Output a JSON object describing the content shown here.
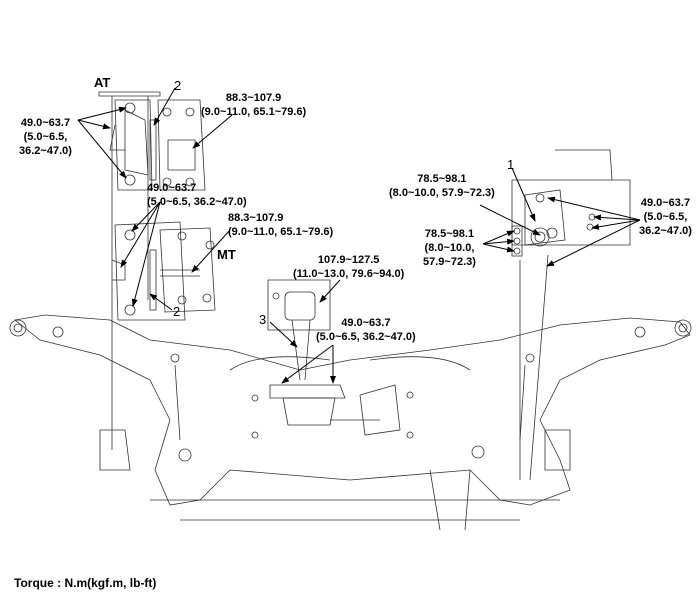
{
  "diagram": {
    "variant_labels": {
      "at": "AT",
      "mt": "MT"
    },
    "callouts": {
      "part1": "1",
      "part2_top": "2",
      "part2_bottom": "2",
      "part3": "3"
    },
    "torques": {
      "at_left_bolts": [
        "49.0~63.7",
        "(5.0~6.5,",
        "36.2~47.0)"
      ],
      "at_right_bolt": [
        "88.3~107.9",
        "(9.0~11.0, 65.1~79.6)"
      ],
      "mt_left_bolts": [
        "49.0~63.7",
        "(5.0~6.5, 36.2~47.0)"
      ],
      "mt_right_bolt": [
        "88.3~107.9",
        "(9.0~11.0, 65.1~79.6)"
      ],
      "roll_rod_upper": [
        "107.9~127.5",
        "(11.0~13.0, 79.6~94.0)"
      ],
      "roll_rod_lower": [
        "49.0~63.7",
        "(5.0~6.5, 36.2~47.0)"
      ],
      "engine_mount_center": [
        "78.5~98.1",
        "(8.0~10.0, 57.9~72.3)"
      ],
      "engine_mount_left": [
        "78.5~98.1",
        "(8.0~10.0,",
        "57.9~72.3)"
      ],
      "engine_mount_right": [
        "49.0~63.7",
        "(5.0~6.5,",
        "36.2~47.0)"
      ]
    },
    "caption": "Torque : N.m(kgf.m, lb-ft)"
  }
}
